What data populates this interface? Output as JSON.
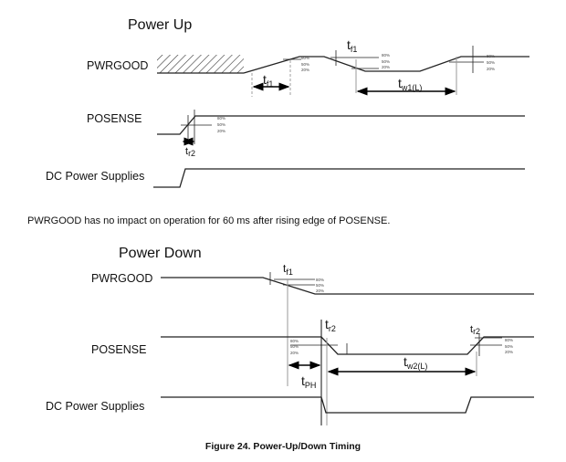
{
  "power_up": {
    "title": "Power Up",
    "signals": {
      "pwrgood": "PWRGOOD",
      "posense": "POSENSE",
      "dc": "DC Power Supplies"
    },
    "timings": {
      "tf1": {
        "t": "t",
        "sub": "f1"
      },
      "tw1": {
        "t": "t",
        "sub": "w1(L)"
      },
      "tr2": {
        "t": "t",
        "sub": "r2"
      }
    },
    "levels": [
      "80%",
      "50%",
      "20%"
    ]
  },
  "note": "PWRGOOD has no impact on operation for 60 ms after rising edge of POSENSE.",
  "power_down": {
    "title": "Power Down",
    "signals": {
      "pwrgood": "PWRGOOD",
      "posense": "POSENSE",
      "dc": "DC Power Supplies"
    },
    "timings": {
      "tf1": {
        "t": "t",
        "sub": "f1"
      },
      "tr2": {
        "t": "t",
        "sub": "r2"
      },
      "tph": {
        "t": "t",
        "sub": "PH"
      },
      "tw2": {
        "t": "t",
        "sub": "w2(L)"
      }
    },
    "levels": [
      "80%",
      "50%",
      "20%"
    ]
  },
  "caption": "Figure 24.  Power-Up/Down Timing"
}
